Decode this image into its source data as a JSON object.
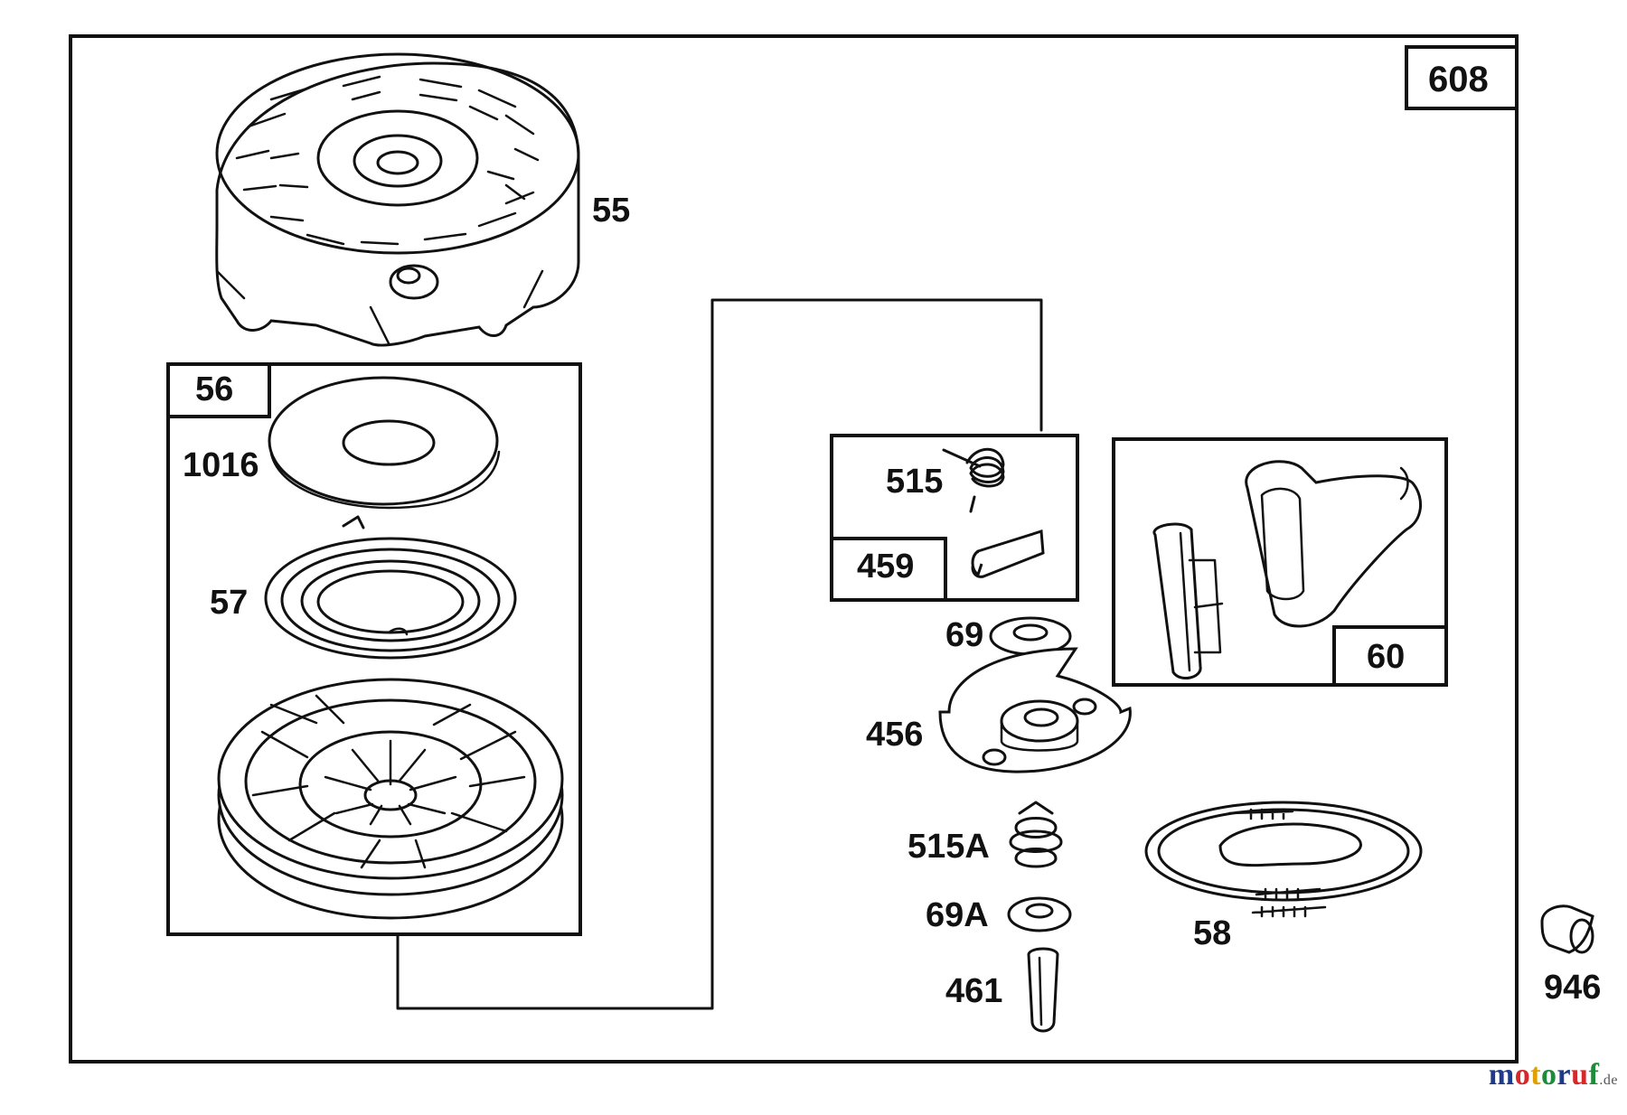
{
  "labels": {
    "assembly": "608",
    "housing": "55",
    "pulley_kit": "56",
    "washer_1016": "1016",
    "spring_57": "57",
    "spring_515": "515",
    "dog_kit": "459",
    "washer_69": "69",
    "retainer_456": "456",
    "spring_515a": "515A",
    "washer_69a": "69A",
    "pin_461": "461",
    "rope_58": "58",
    "handle_60": "60",
    "part_946": "946"
  },
  "watermark": {
    "brand": "motoruf",
    "suffix": ".de",
    "colors": [
      "#1e3a8a",
      "#d62828",
      "#e0a100",
      "#1f8a3a",
      "#1e3a8a",
      "#d62828",
      "#1f8a3a"
    ]
  }
}
